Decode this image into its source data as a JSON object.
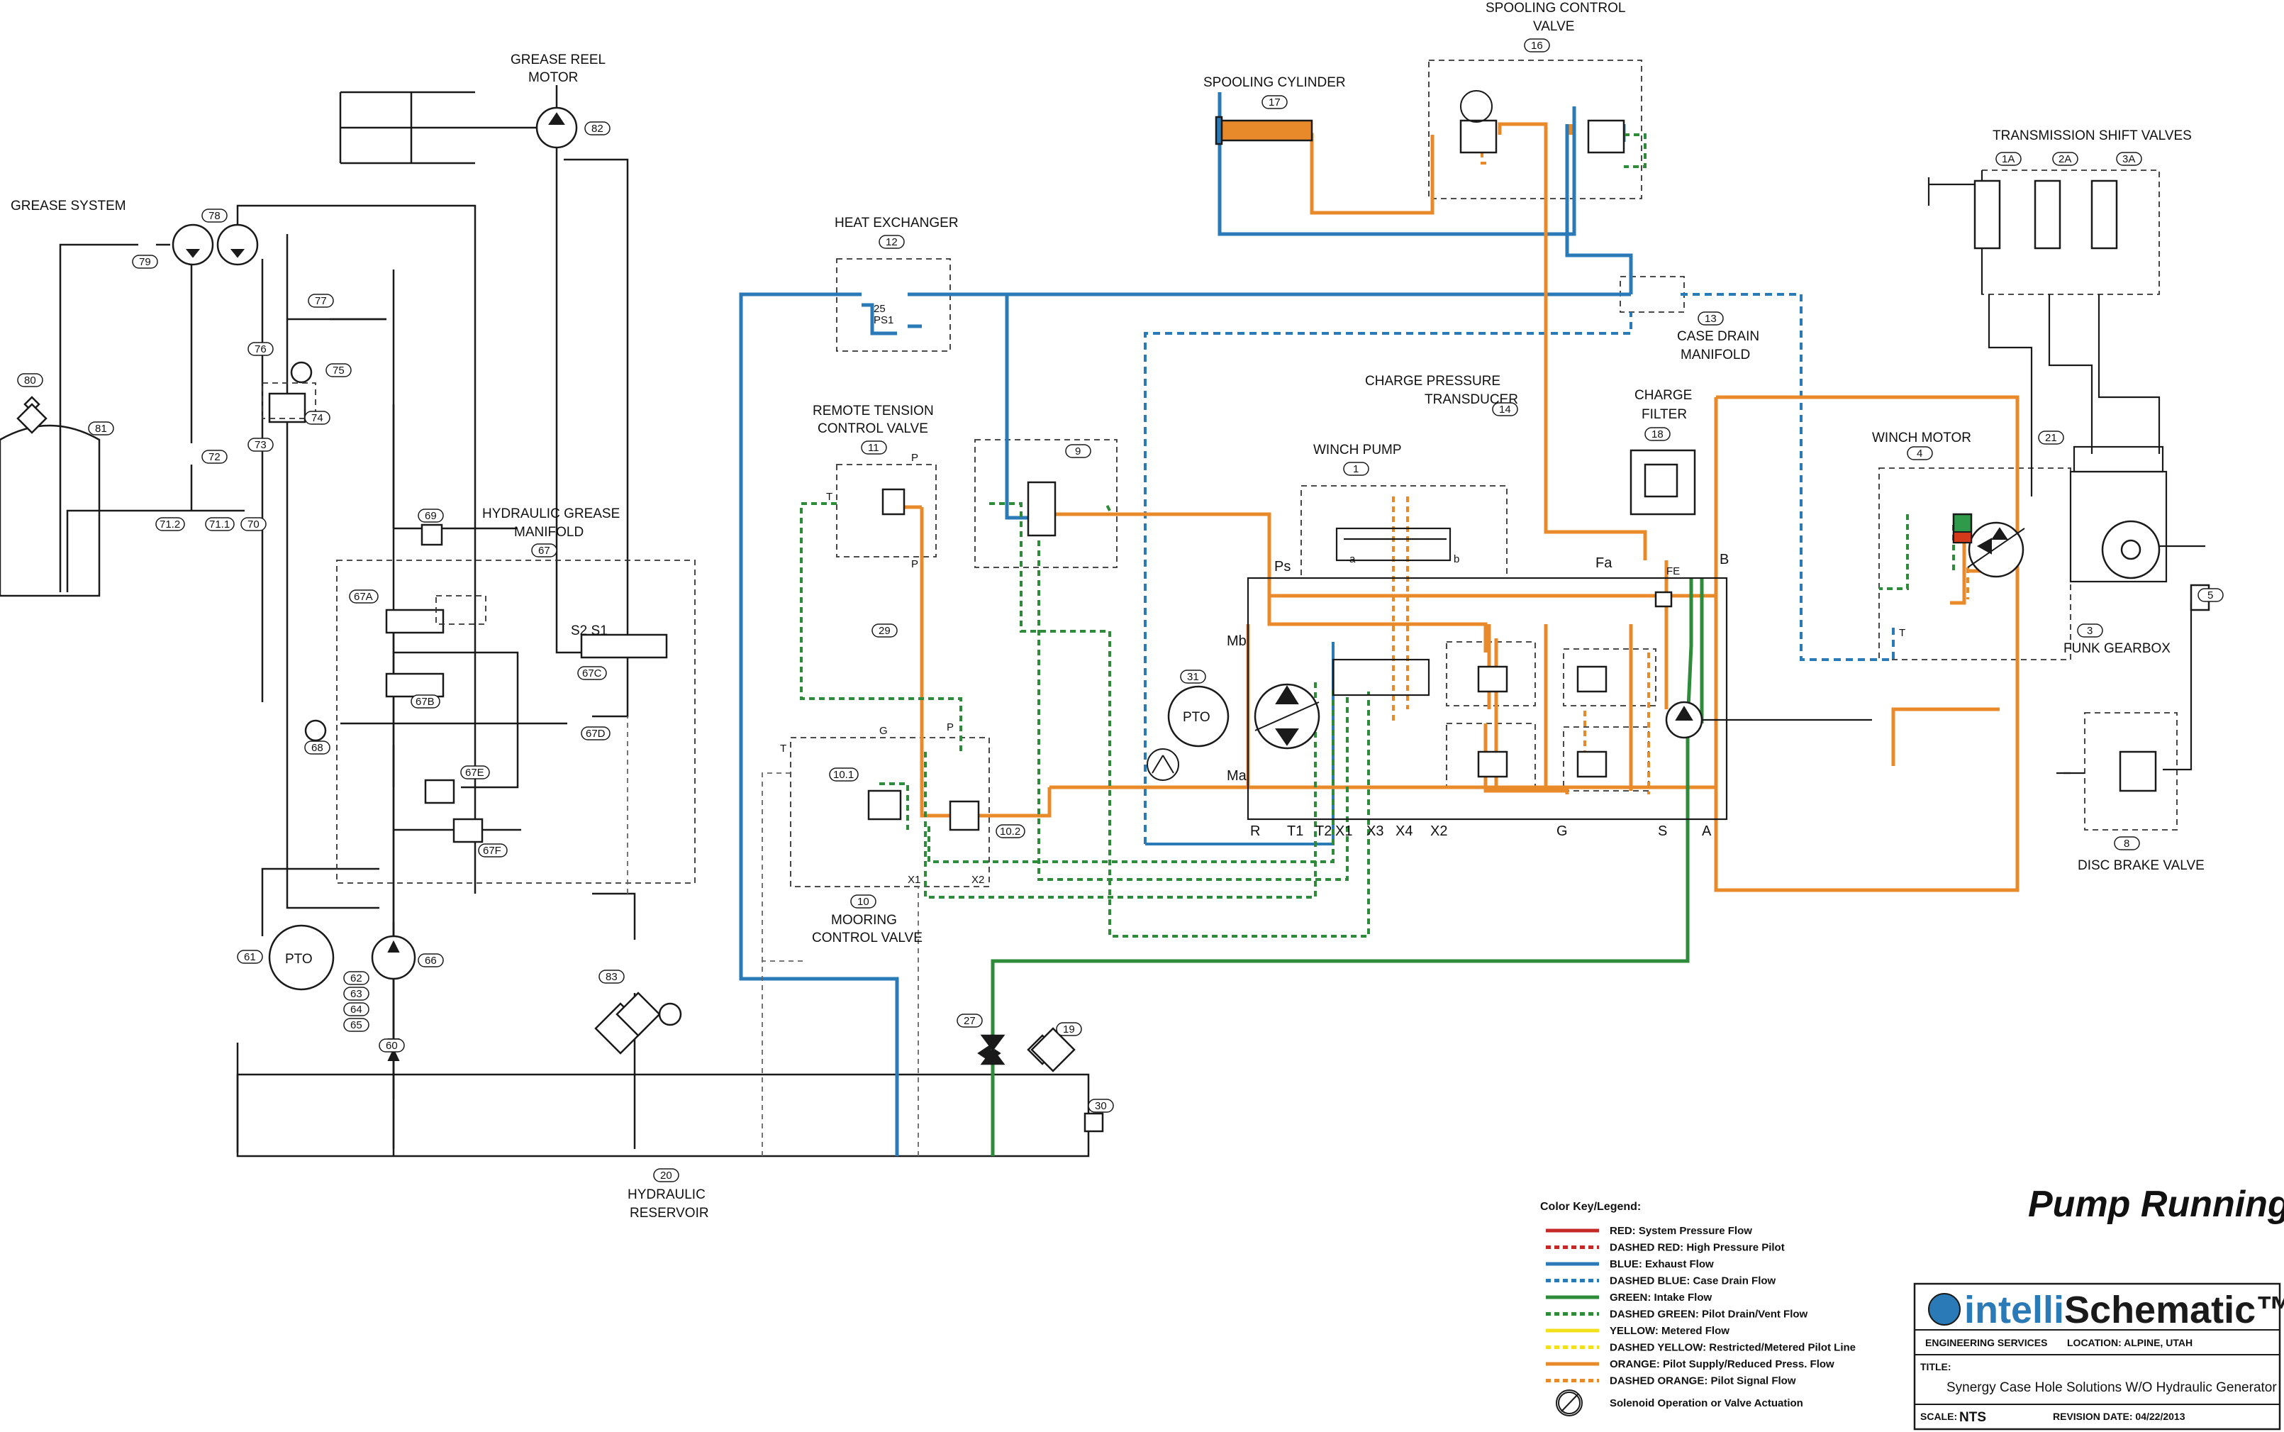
{
  "diagram_title": "Pump Running",
  "labels": {
    "grease_system": "GREASE SYSTEM",
    "grease_reel_motor_1": "GREASE REEL",
    "grease_reel_motor_2": "MOTOR",
    "hydraulic_grease_manifold_1": "HYDRAULIC GREASE",
    "hydraulic_grease_manifold_2": "MANIFOLD",
    "hydraulic_reservoir_1": "HYDRAULIC",
    "hydraulic_reservoir_2": "RESERVOIR",
    "heat_exchanger": "HEAT EXCHANGER",
    "remote_tension_1": "REMOTE TENSION",
    "remote_tension_2": "CONTROL VALVE",
    "mooring_1": "MOORING",
    "mooring_2": "CONTROL VALVE",
    "spooling_cylinder": "SPOOLING CYLINDER",
    "spooling_control_1": "SPOOLING CONTROL",
    "spooling_control_2": "VALVE",
    "case_drain_1": "CASE DRAIN",
    "case_drain_2": "MANIFOLD",
    "charge_pressure_1": "CHARGE PRESSURE",
    "charge_pressure_2": "TRANSDUCER",
    "charge_filter_1": "CHARGE",
    "charge_filter_2": "FILTER",
    "winch_pump": "WINCH PUMP",
    "winch_motor": "WINCH MOTOR",
    "transmission_shift_valves": "TRANSMISSION SHIFT VALVES",
    "funk_gearbox": "FUNK GEARBOX",
    "disc_brake_valve": "DISC BRAKE VALVE",
    "pto": "PTO",
    "s2s1": "S2 S1",
    "hx_25": "25",
    "hx_ps1": "PS1"
  },
  "tags": {
    "t1A": "1A",
    "t2A": "2A",
    "t3A": "3A",
    "t1": "1",
    "t3": "3",
    "t4": "4",
    "t5": "5",
    "t8": "8",
    "t9": "9",
    "t10": "10",
    "t10_1": "10.1",
    "t10_2": "10.2",
    "t11": "11",
    "t12": "12",
    "t13": "13",
    "t14": "14",
    "t16": "16",
    "t17": "17",
    "t18": "18",
    "t19": "19",
    "t20": "20",
    "t21": "21",
    "t27": "27",
    "t29": "29",
    "t30": "30",
    "t31": "31",
    "t60": "60",
    "t61": "61",
    "t62": "62",
    "t63": "63",
    "t64": "64",
    "t65": "65",
    "t66": "66",
    "t67": "67",
    "t67A": "67A",
    "t67B": "67B",
    "t67C": "67C",
    "t67D": "67D",
    "t67E": "67E",
    "t67F": "67F",
    "t68": "68",
    "t69": "69",
    "t70": "70",
    "t71_1": "71.1",
    "t71_2": "71.2",
    "t72": "72",
    "t73": "73",
    "t74": "74",
    "t75": "75",
    "t76": "76",
    "t77": "77",
    "t78": "78",
    "t79": "79",
    "t80": "80",
    "t81": "81",
    "t82": "82",
    "t83": "83"
  },
  "ports": {
    "Ps": "Ps",
    "Mb": "Mb",
    "Ma": "Ma",
    "Fa": "Fa",
    "Fe": "FE",
    "B": "B",
    "R": "R",
    "T1": "T1",
    "T2": "T2",
    "X1": "X1",
    "X3": "X3",
    "X4": "X4",
    "X2": "X2",
    "G": "G",
    "S": "S",
    "A": "A",
    "P": "P",
    "T": "T",
    "x1": "X1",
    "x2": "X2",
    "a": "a",
    "b": "b"
  },
  "legend": {
    "heading": "Color Key/Legend:",
    "items": [
      {
        "label": "RED: System Pressure Flow",
        "color": "#c62828",
        "style": "solid"
      },
      {
        "label": "DASHED RED: High Pressure Pilot",
        "color": "#c62828",
        "style": "dashed"
      },
      {
        "label": "BLUE: Exhaust Flow",
        "color": "#2a7ab8",
        "style": "solid"
      },
      {
        "label": "DASHED BLUE: Case Drain Flow",
        "color": "#2a7ab8",
        "style": "dashed"
      },
      {
        "label": "GREEN: Intake Flow",
        "color": "#2e8b3a",
        "style": "solid"
      },
      {
        "label": "DASHED GREEN: Pilot Drain/Vent Flow",
        "color": "#2e8b3a",
        "style": "dashed"
      },
      {
        "label": "YELLOW: Metered Flow",
        "color": "#f2e01a",
        "style": "solid"
      },
      {
        "label": "DASHED YELLOW: Restricted/Metered Pilot Line",
        "color": "#f2e01a",
        "style": "dashed"
      },
      {
        "label": "ORANGE: Pilot Supply/Reduced Press. Flow",
        "color": "#e8892a",
        "style": "solid"
      },
      {
        "label": "DASHED ORANGE: Pilot Signal Flow",
        "color": "#e8892a",
        "style": "dashed"
      }
    ],
    "solenoid_label": "Solenoid Operation or Valve Actuation"
  },
  "title_block": {
    "logo_prefix": "intelli",
    "logo_main": "Schematic™",
    "engineering": "ENGINEERING SERVICES",
    "location": "LOCATION: ALPINE, UTAH",
    "title_label": "TITLE:",
    "title_value": "Synergy Case Hole Solutions W/O Hydraulic Generator",
    "scale_label": "SCALE:",
    "scale_value": "NTS",
    "revision": "REVISION DATE: 04/22/2013"
  },
  "colors": {
    "blue": "#2a7ab8",
    "orange": "#e8892a",
    "green": "#2e8b3a",
    "dgreen": "#2e8b3a",
    "black": "#1a1a1a",
    "solenoid_yellow": "#f2d21a",
    "motor_green": "#2e9a4a",
    "motor_red": "#d23a1a"
  }
}
